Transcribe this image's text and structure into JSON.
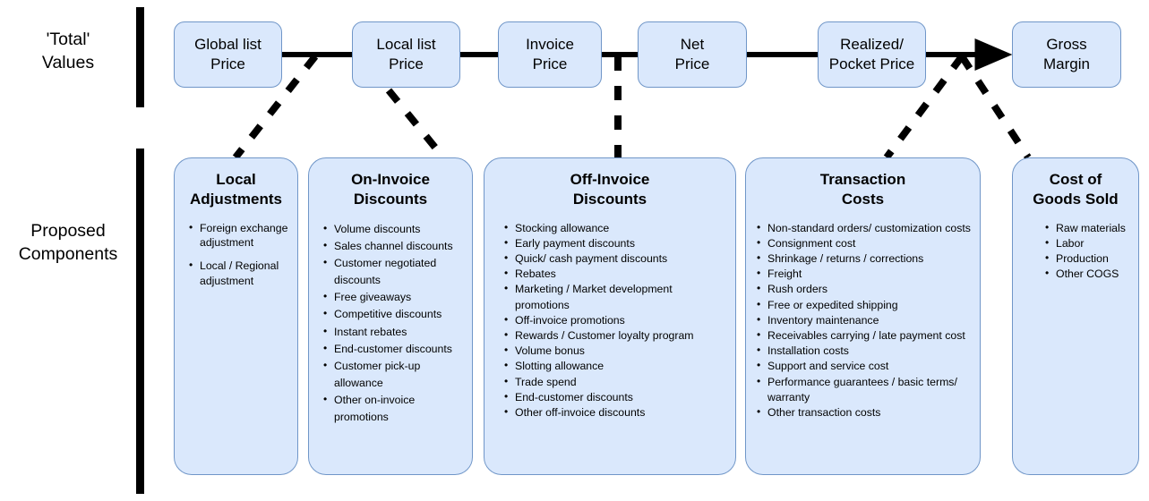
{
  "rows": {
    "top_label": "'Total'\nValues",
    "bottom_label": "Proposed\nComponents"
  },
  "colors": {
    "box_fill": "#dae8fc",
    "box_border": "#7096c8",
    "connector": "#000000",
    "axis_bar": "#000000"
  },
  "waterfall": {
    "boxes": [
      {
        "label": "Global list\nPrice"
      },
      {
        "label": "Local list\nPrice"
      },
      {
        "label": "Invoice\nPrice"
      },
      {
        "label": "Net\nPrice"
      },
      {
        "label": "Realized/\nPocket Price"
      },
      {
        "label": "Gross\nMargin"
      }
    ]
  },
  "components": [
    {
      "title": "Local\nAdjustments",
      "items": [
        "Foreign exchange adjustment",
        "Local / Regional adjustment"
      ]
    },
    {
      "title": "On-Invoice\nDiscounts",
      "items": [
        "Volume discounts",
        "Sales channel discounts",
        "Customer negotiated discounts",
        "Free giveaways",
        "Competitive discounts",
        "Instant rebates",
        "End-customer discounts",
        "Customer pick-up allowance",
        "Other on-invoice promotions"
      ]
    },
    {
      "title": "Off-Invoice\nDiscounts",
      "items": [
        "Stocking allowance",
        "Early payment discounts",
        "Quick/ cash payment discounts",
        "Rebates",
        "Marketing / Market development promotions",
        "Off-invoice promotions",
        "Rewards / Customer loyalty program",
        "Volume bonus",
        "Slotting allowance",
        "Trade spend",
        "End-customer discounts",
        "Other off-invoice discounts"
      ]
    },
    {
      "title": "Transaction\nCosts",
      "items": [
        "Non-standard orders/ customization costs",
        "Consignment cost",
        "Shrinkage / returns / corrections",
        "Freight",
        "Rush orders",
        "Free or expedited shipping",
        "Inventory maintenance",
        "Receivables carrying / late payment cost",
        "Installation costs",
        "Support and service cost",
        "Performance guarantees / basic terms/ warranty",
        "Other transaction costs"
      ]
    },
    {
      "title": "Cost of\nGoods Sold",
      "items": [
        "Raw materials",
        "Labor",
        "Production",
        "Other COGS"
      ]
    }
  ]
}
